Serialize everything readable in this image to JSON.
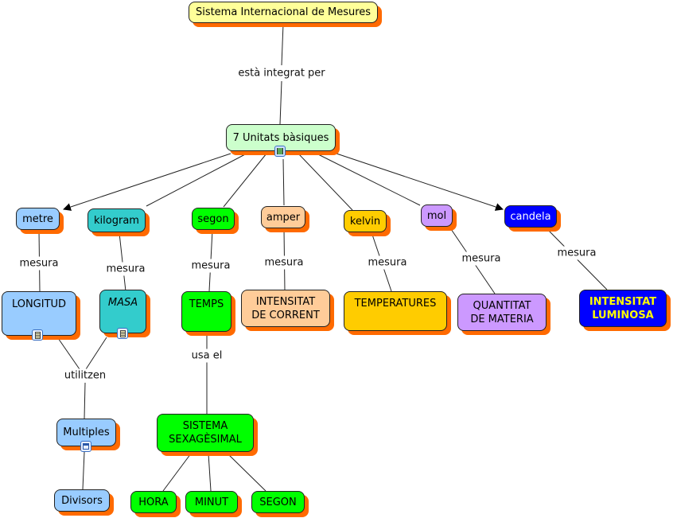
{
  "colors": {
    "shadow": "#ff6a00",
    "root": "#ffff99",
    "units_hub": "#ccffcc",
    "metre": "#99ccff",
    "kilogram": "#33cccc",
    "segon": "#00ff00",
    "amper": "#ffcc99",
    "kelvin": "#ffcc00",
    "mol": "#cc99ff",
    "candela": "#0000ff",
    "candela_text": "#ffffff",
    "luminosa_text": "#ffff00"
  },
  "nodes": {
    "root": "Sistema Internacional de Mesures",
    "hub": "7 Unitats bàsiques",
    "metre": "metre",
    "kilogram": "kilogram",
    "segon": "segon",
    "amper": "amper",
    "kelvin": "kelvin",
    "mol": "mol",
    "candela": "candela",
    "longitud": "LONGITUD",
    "masa": "MASA",
    "temps": "TEMPS",
    "intensitat_corrent": "INTENSITAT\nDE CORRENT",
    "temperatures": "TEMPERATURES",
    "quantitat_materia": "QUANTITAT\nDE MATERIA",
    "intensitat_luminosa": "INTENSITAT\nLUMINOSA",
    "multiples": "Multiples",
    "divisors": "Divisors",
    "sistema_sexagesimal": "SISTEMA\nSEXAGÈSIMAL",
    "hora": "HORA",
    "minut": "MINUT",
    "segon_temps": "SEGON"
  },
  "link_labels": {
    "integrat": "està integrat per",
    "mesura": "mesura",
    "utilitzen": "utilitzen",
    "usa_el": "usa el"
  },
  "icons": {
    "hub": "video-resource-icon",
    "longitud": "document-resource-icon",
    "masa": "document-resource-icon",
    "multiples": "concept-map-resource-icon"
  }
}
